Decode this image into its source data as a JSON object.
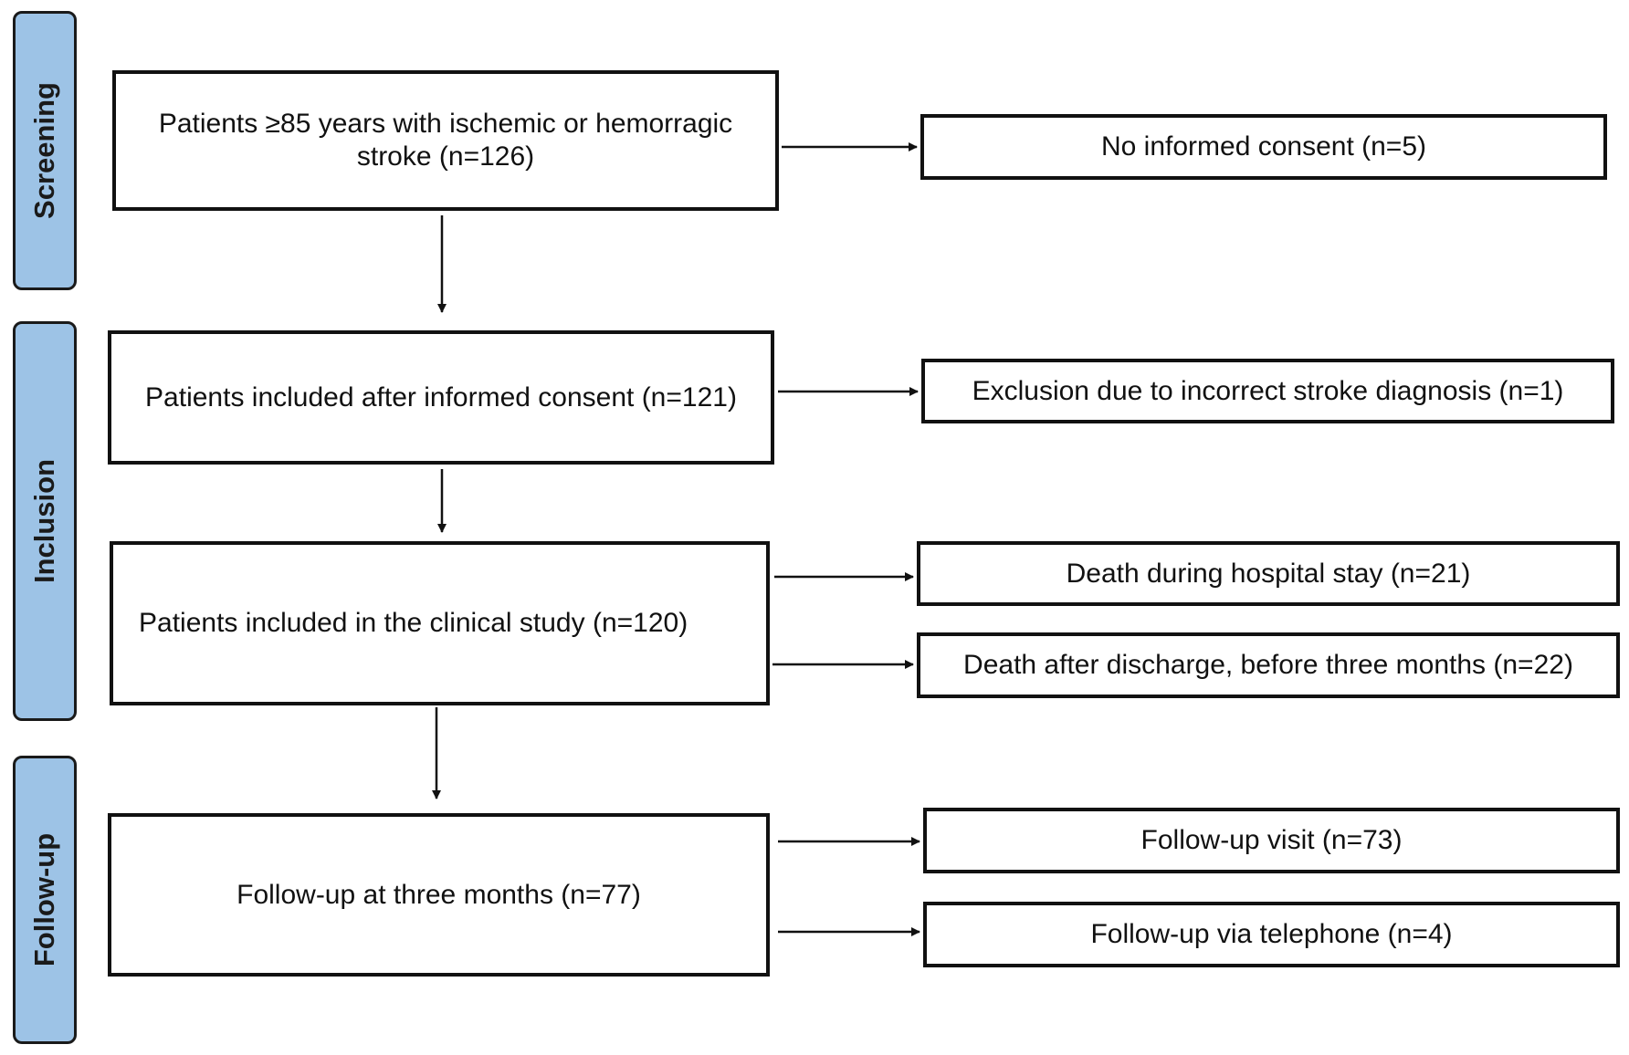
{
  "phases": {
    "screening": "Screening",
    "inclusion": "Inclusion",
    "followup": "Follow-up"
  },
  "boxes": {
    "screened": "Patients ≥85 years with ischemic or hemorragic stroke (n=126)",
    "no_consent": "No informed consent (n=5)",
    "included_consent": "Patients included after informed consent (n=121)",
    "excluded_diagnosis": "Exclusion due to incorrect stroke diagnosis (n=1)",
    "clinical_study": "Patients included in the clinical study (n=120)",
    "death_hospital": "Death during hospital stay (n=21)",
    "death_after_discharge": "Death after discharge, before three months (n=22)",
    "followup_three_months": "Follow-up at three months (n=77)",
    "followup_visit": "Follow-up visit (n=73)",
    "followup_telephone": "Follow-up via telephone (n=4)"
  },
  "colors": {
    "phase_fill": "#9dc3e6",
    "stroke": "#111111"
  }
}
